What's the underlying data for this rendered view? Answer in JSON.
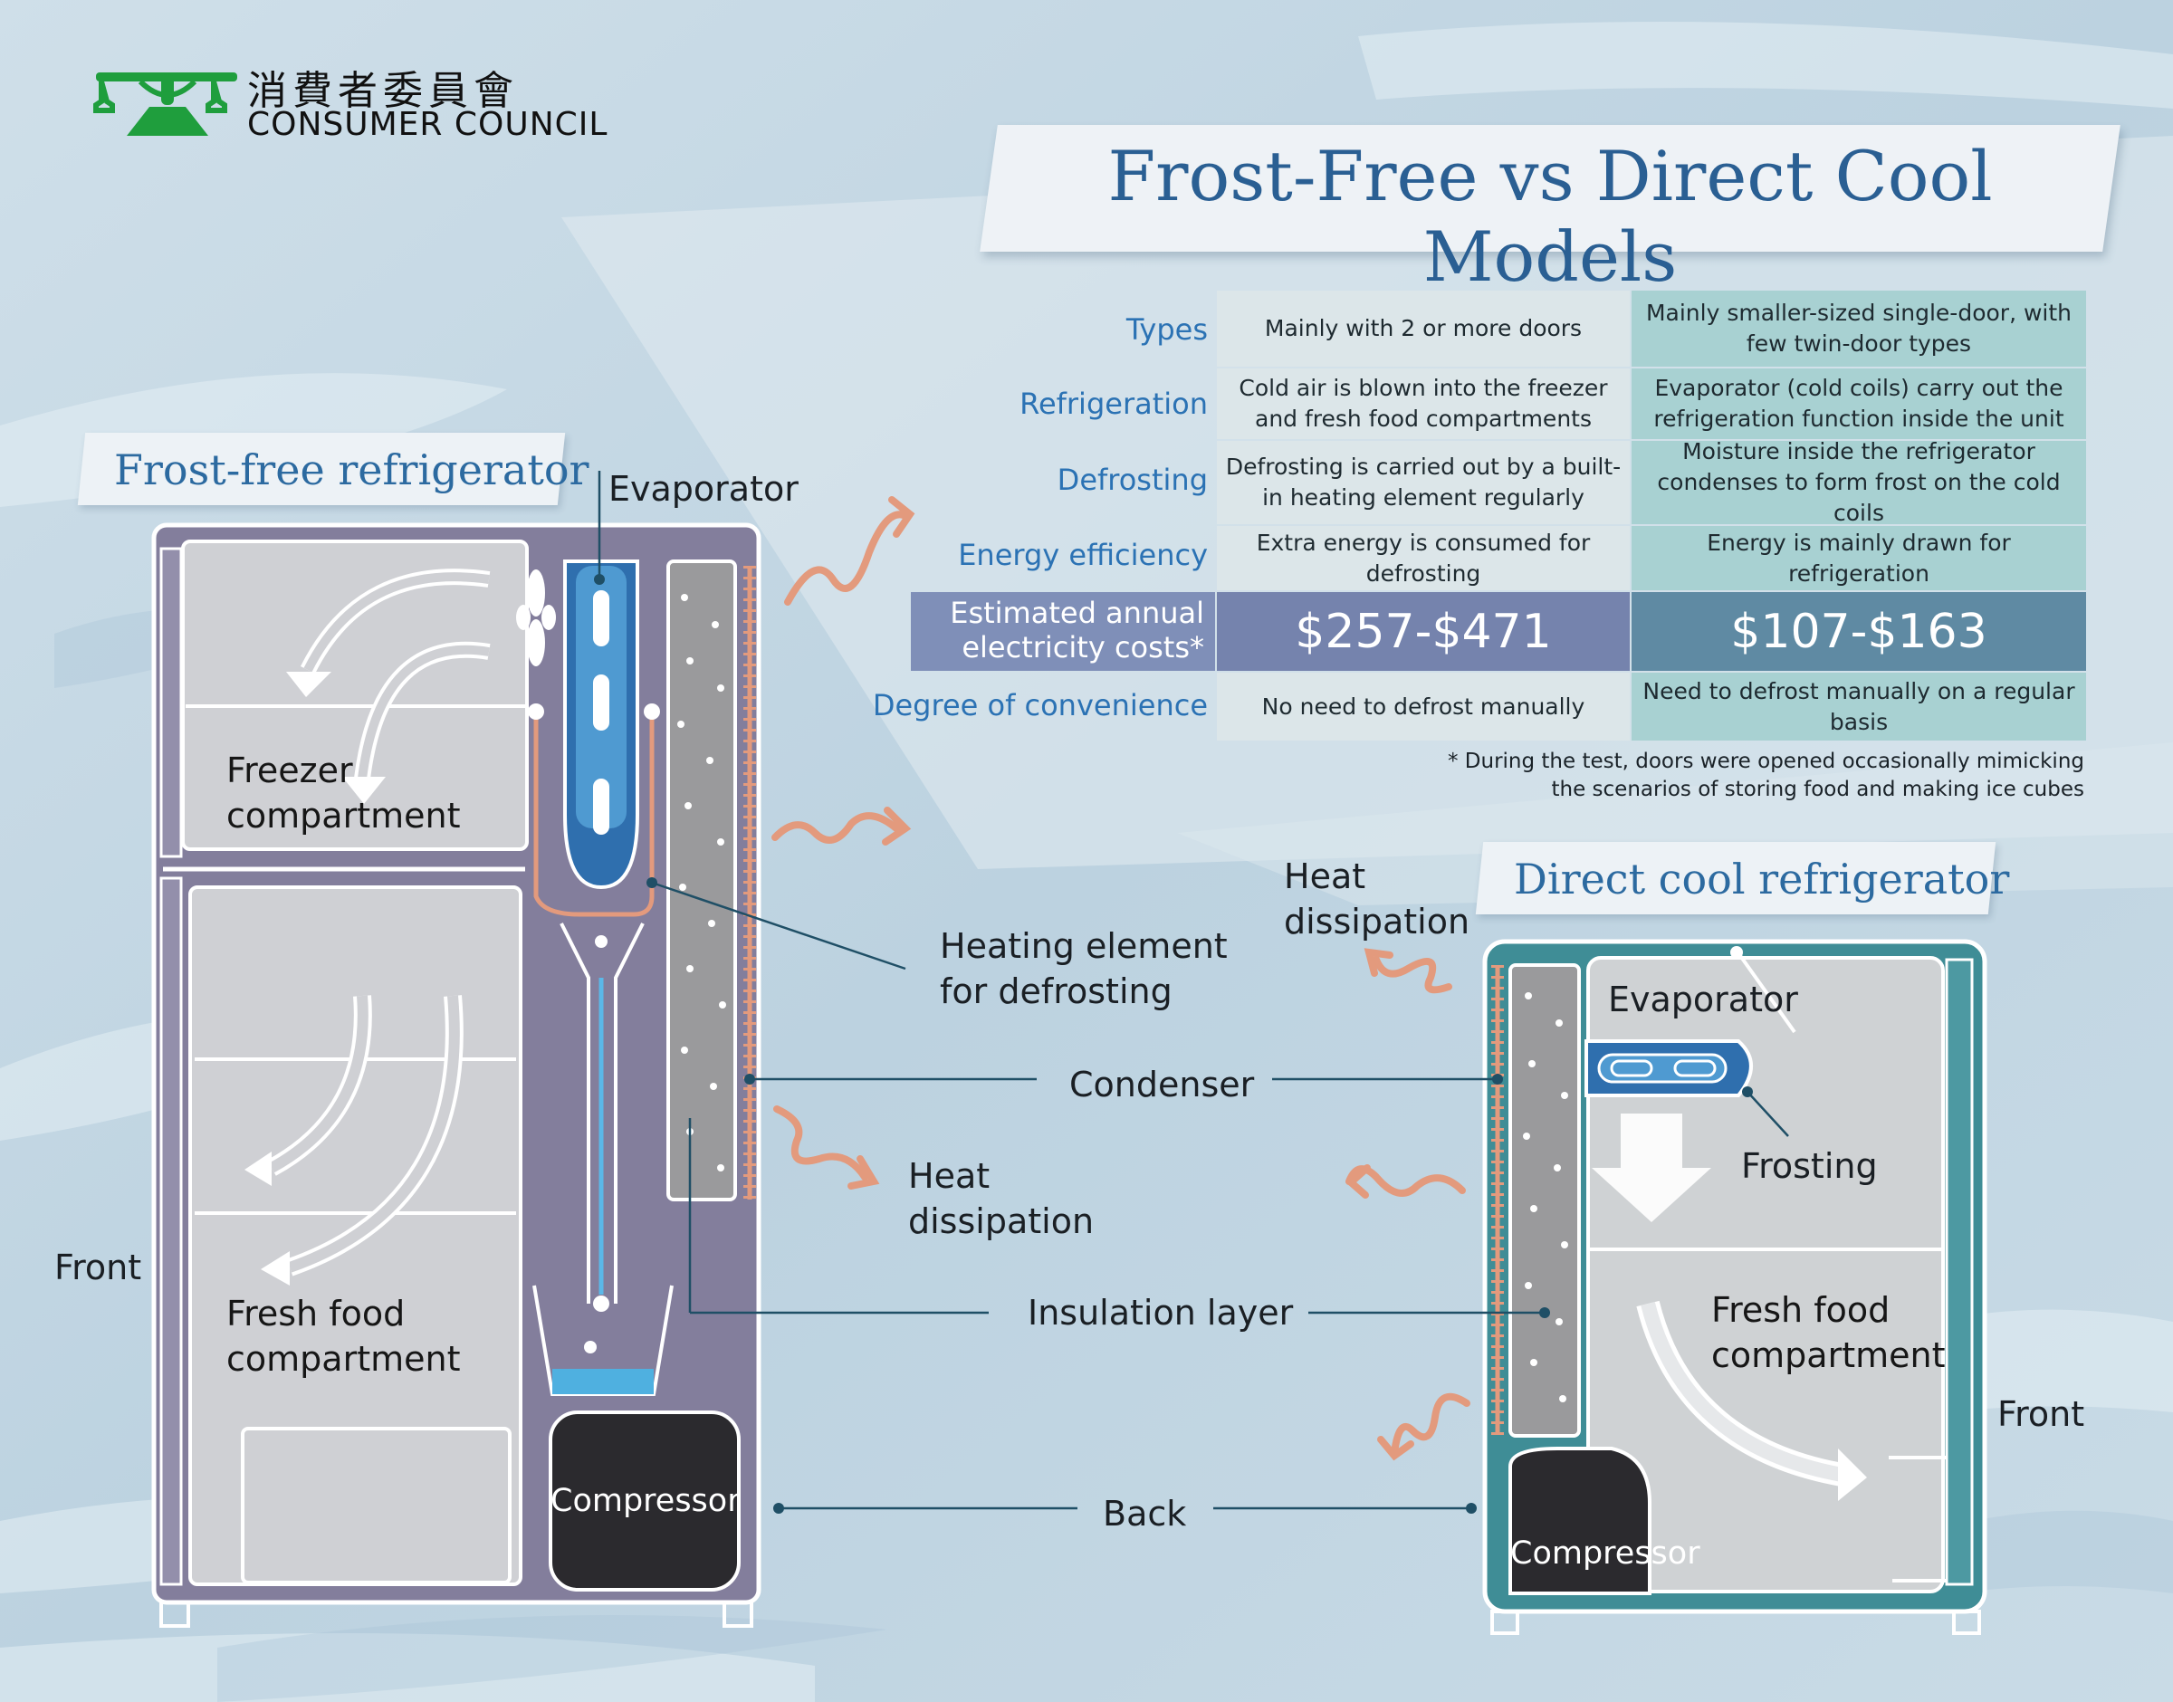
{
  "logo": {
    "name_cn": "消費者委員會",
    "name_en": "CONSUMER COUNCIL"
  },
  "title": "Frost-Free vs Direct Cool Models",
  "table": {
    "rows": [
      {
        "label": "Types",
        "frost_free": "Mainly with 2 or more doors",
        "direct_cool": "Mainly smaller-sized single-door, with few twin-door types"
      },
      {
        "label": "Refrigeration",
        "frost_free": "Cold air is blown into the freezer and fresh food compartments",
        "direct_cool": "Evaporator (cold coils) carry out the refrigeration function inside the unit"
      },
      {
        "label": "Defrosting",
        "frost_free": "Defrosting is carried out by a built-in heating element regularly",
        "direct_cool": "Moisture inside the refrigerator condenses to form frost on the cold coils"
      },
      {
        "label": "Energy efficiency",
        "frost_free": "Extra energy is consumed for defrosting",
        "direct_cool": "Energy is mainly drawn for refrigeration"
      },
      {
        "label": "Estimated annual electricity costs*",
        "frost_free": "$257-$471",
        "direct_cool": "$107-$163"
      },
      {
        "label": "Degree of convenience",
        "frost_free": "No need to defrost manually",
        "direct_cool": "Need to defrost manually on a regular basis"
      }
    ],
    "footnote": "* During the test, doors were opened occasionally mimicking the scenarios of storing food and making ice cubes"
  },
  "frost_free": {
    "title": "Frost-free refrigerator",
    "labels": {
      "evaporator": "Evaporator",
      "freezer": "Freezer compartment",
      "fresh_food": "Fresh food compartment",
      "compressor": "Compressor",
      "front": "Front"
    }
  },
  "shared_labels": {
    "heating_element": "Heating element for defrosting",
    "condenser": "Condenser",
    "heat_dissipation": "Heat dissipation",
    "insulation": "Insulation layer",
    "back": "Back"
  },
  "direct_cool": {
    "title": "Direct cool refrigerator",
    "labels": {
      "heat_dissipation": "Heat dissipation",
      "evaporator": "Evaporator",
      "frosting": "Frosting",
      "fresh_food": "Fresh food compartment",
      "compressor": "Compressor",
      "front": "Front"
    }
  },
  "colors": {
    "title_blue": "#2a5f93",
    "label_blue": "#2b72b4",
    "frost_free_body": "#837e9c",
    "direct_cool_body": "#3f8d96",
    "cell_grey": "#dce6e9",
    "cell_teal": "#a8d1d2",
    "heat_orange": "#e39a7d",
    "logo_green": "#1f9e3d"
  }
}
